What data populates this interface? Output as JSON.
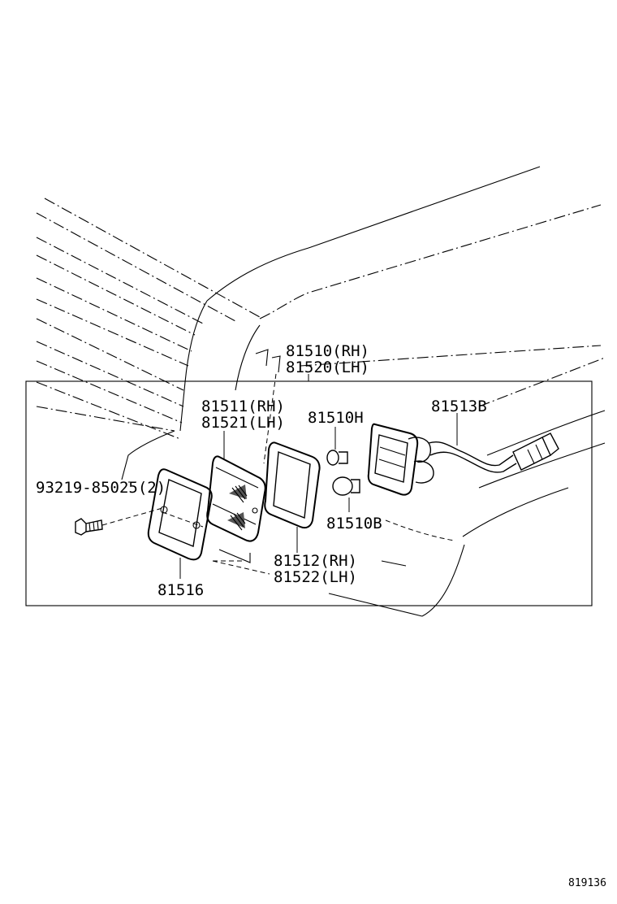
{
  "labels": {
    "lamp_assembly": [
      "81510(RH)",
      "81520(LH)"
    ],
    "lens": [
      "81511(RH)",
      "81521(LH)"
    ],
    "bulb_h": "81510H",
    "socket_wire": "81513B",
    "screw": "93219-85025(2)",
    "bulb_b": "81510B",
    "gasket": [
      "81512(RH)",
      "81522(LH)"
    ],
    "rim": "81516"
  },
  "illustration_number": "819136"
}
